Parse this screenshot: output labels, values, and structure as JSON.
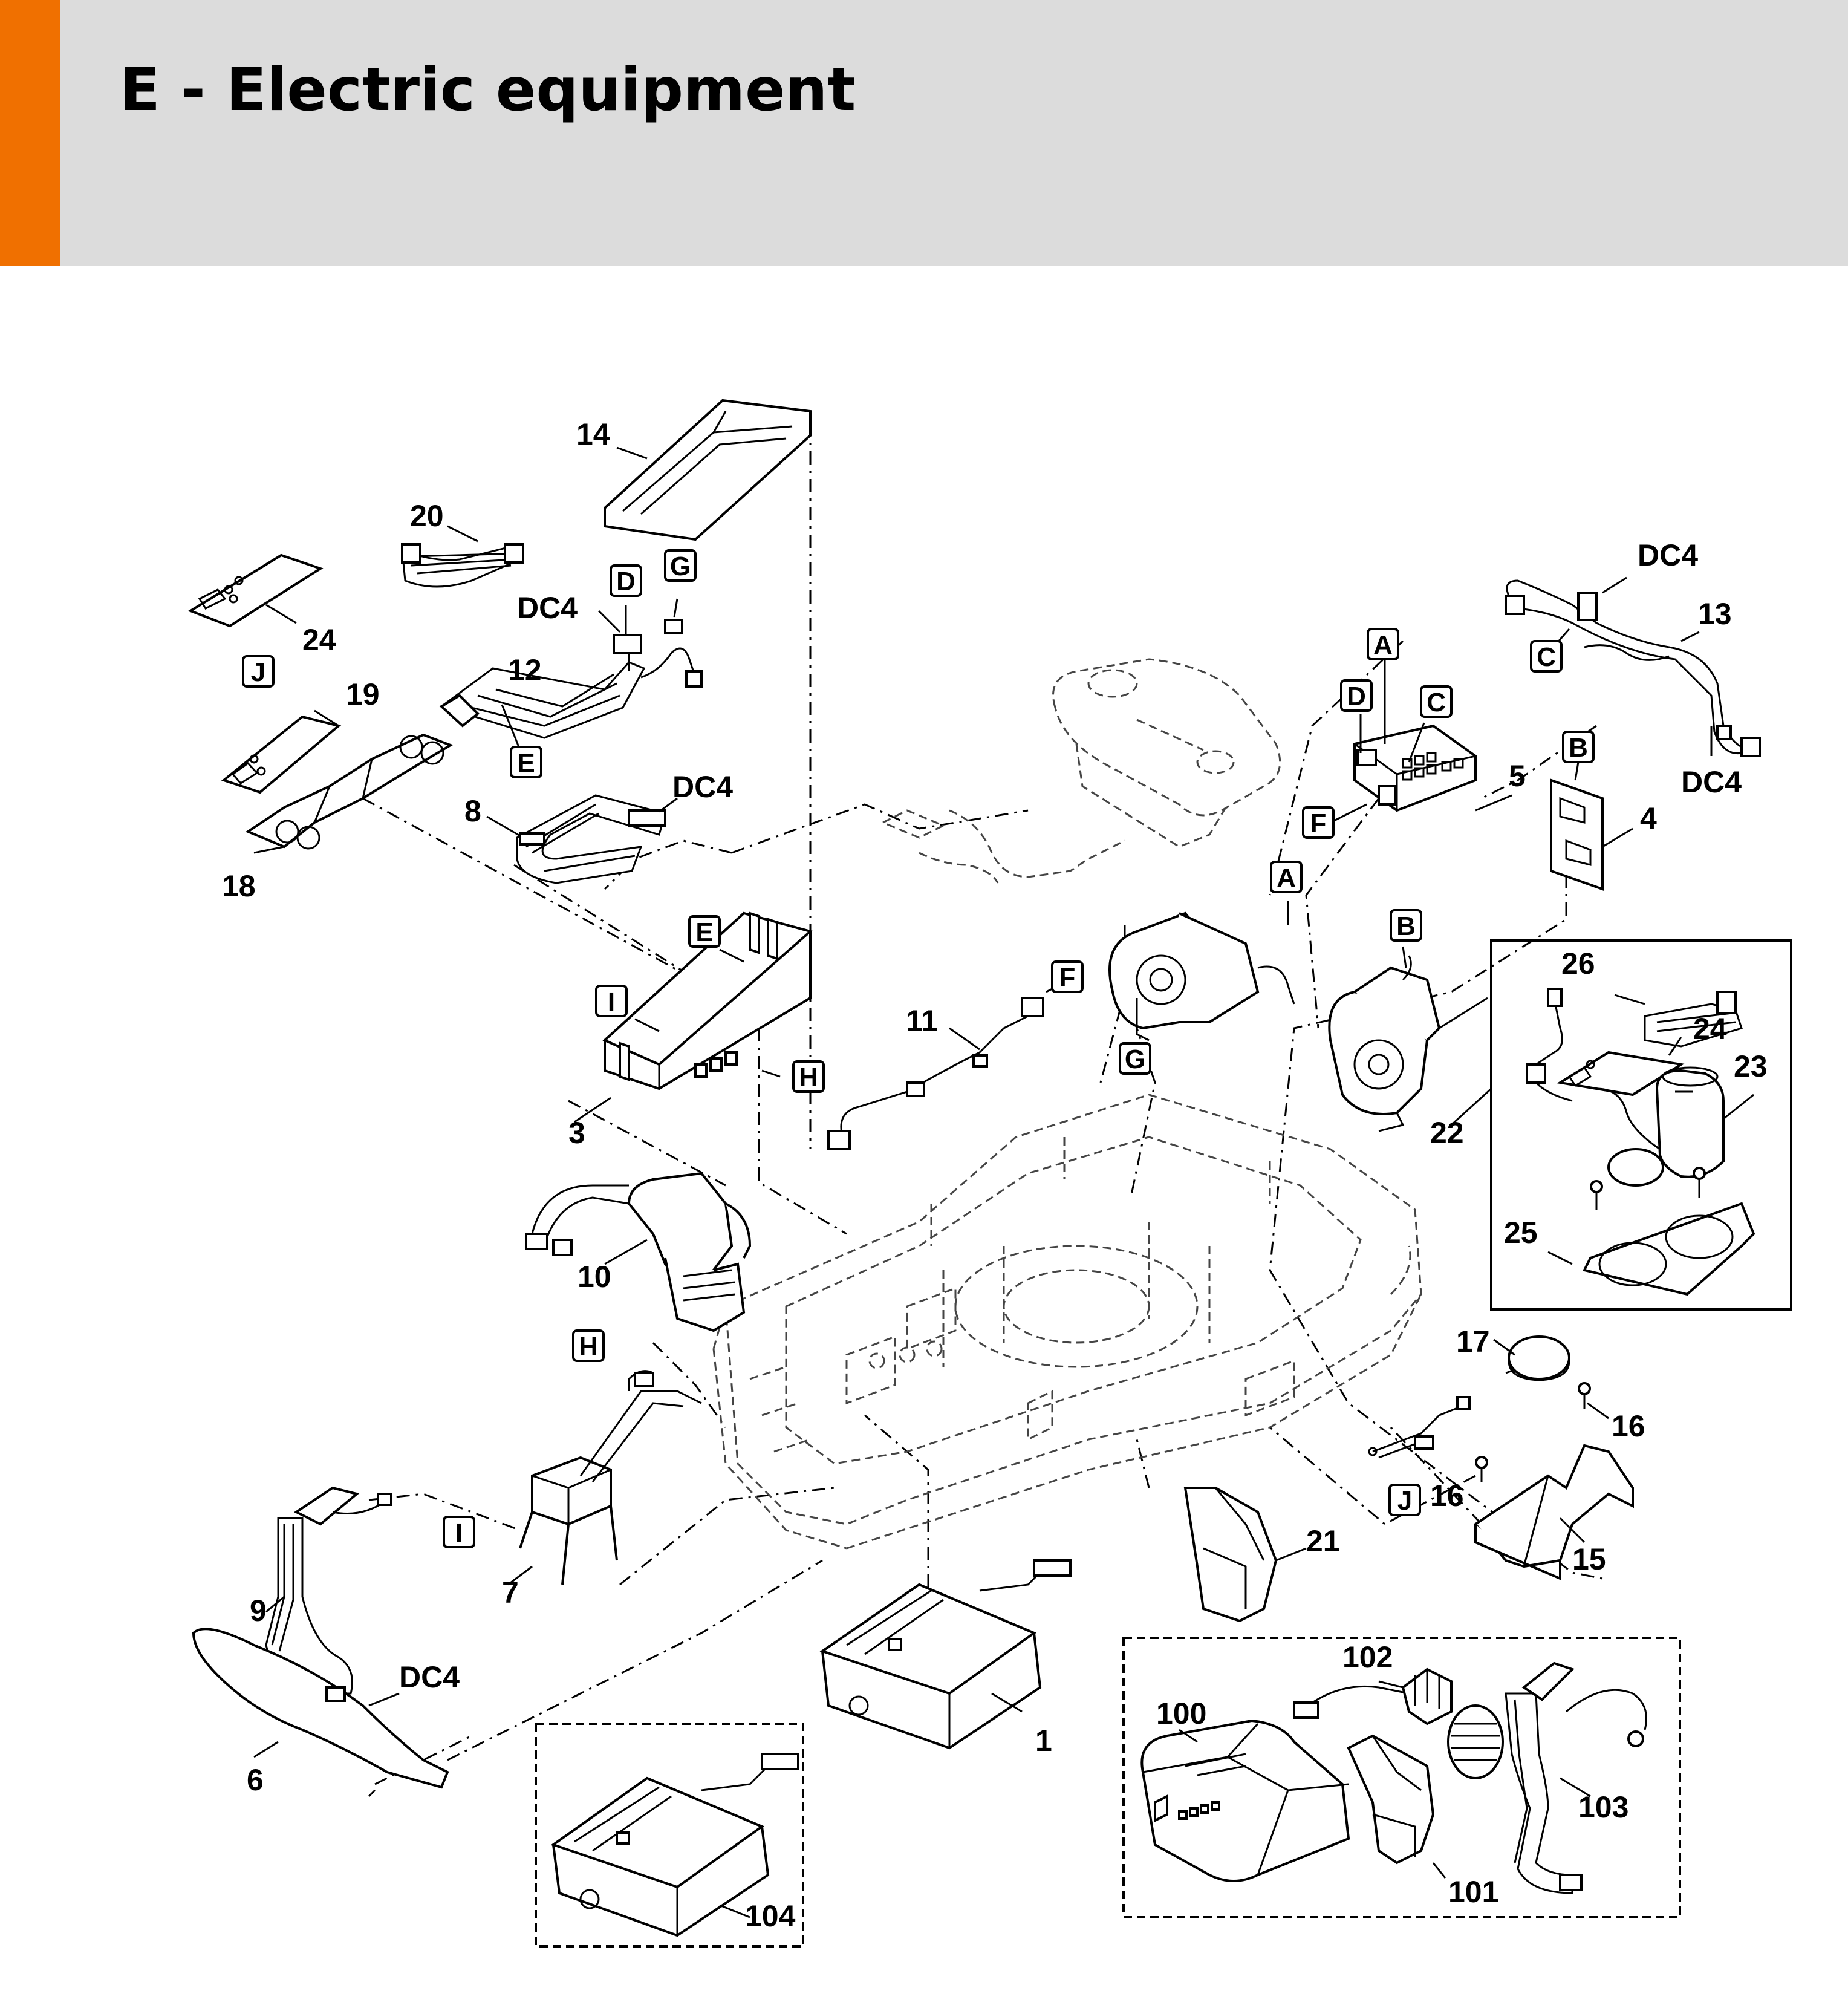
{
  "page": {
    "title": "E - Electric equipment",
    "accent_color": "#f07000",
    "header_bg": "#dcdcdc"
  },
  "diagram": {
    "part_numbers": [
      "1",
      "3",
      "4",
      "5",
      "6",
      "7",
      "8",
      "9",
      "10",
      "11",
      "12",
      "13",
      "14",
      "15",
      "16",
      "17",
      "18",
      "19",
      "20",
      "21",
      "22",
      "23",
      "24",
      "25",
      "26",
      "100",
      "101",
      "102",
      "103",
      "104"
    ],
    "connector_letters": [
      "A",
      "B",
      "C",
      "D",
      "E",
      "F",
      "G",
      "H",
      "I",
      "J"
    ],
    "cable_tag": "DC4"
  }
}
